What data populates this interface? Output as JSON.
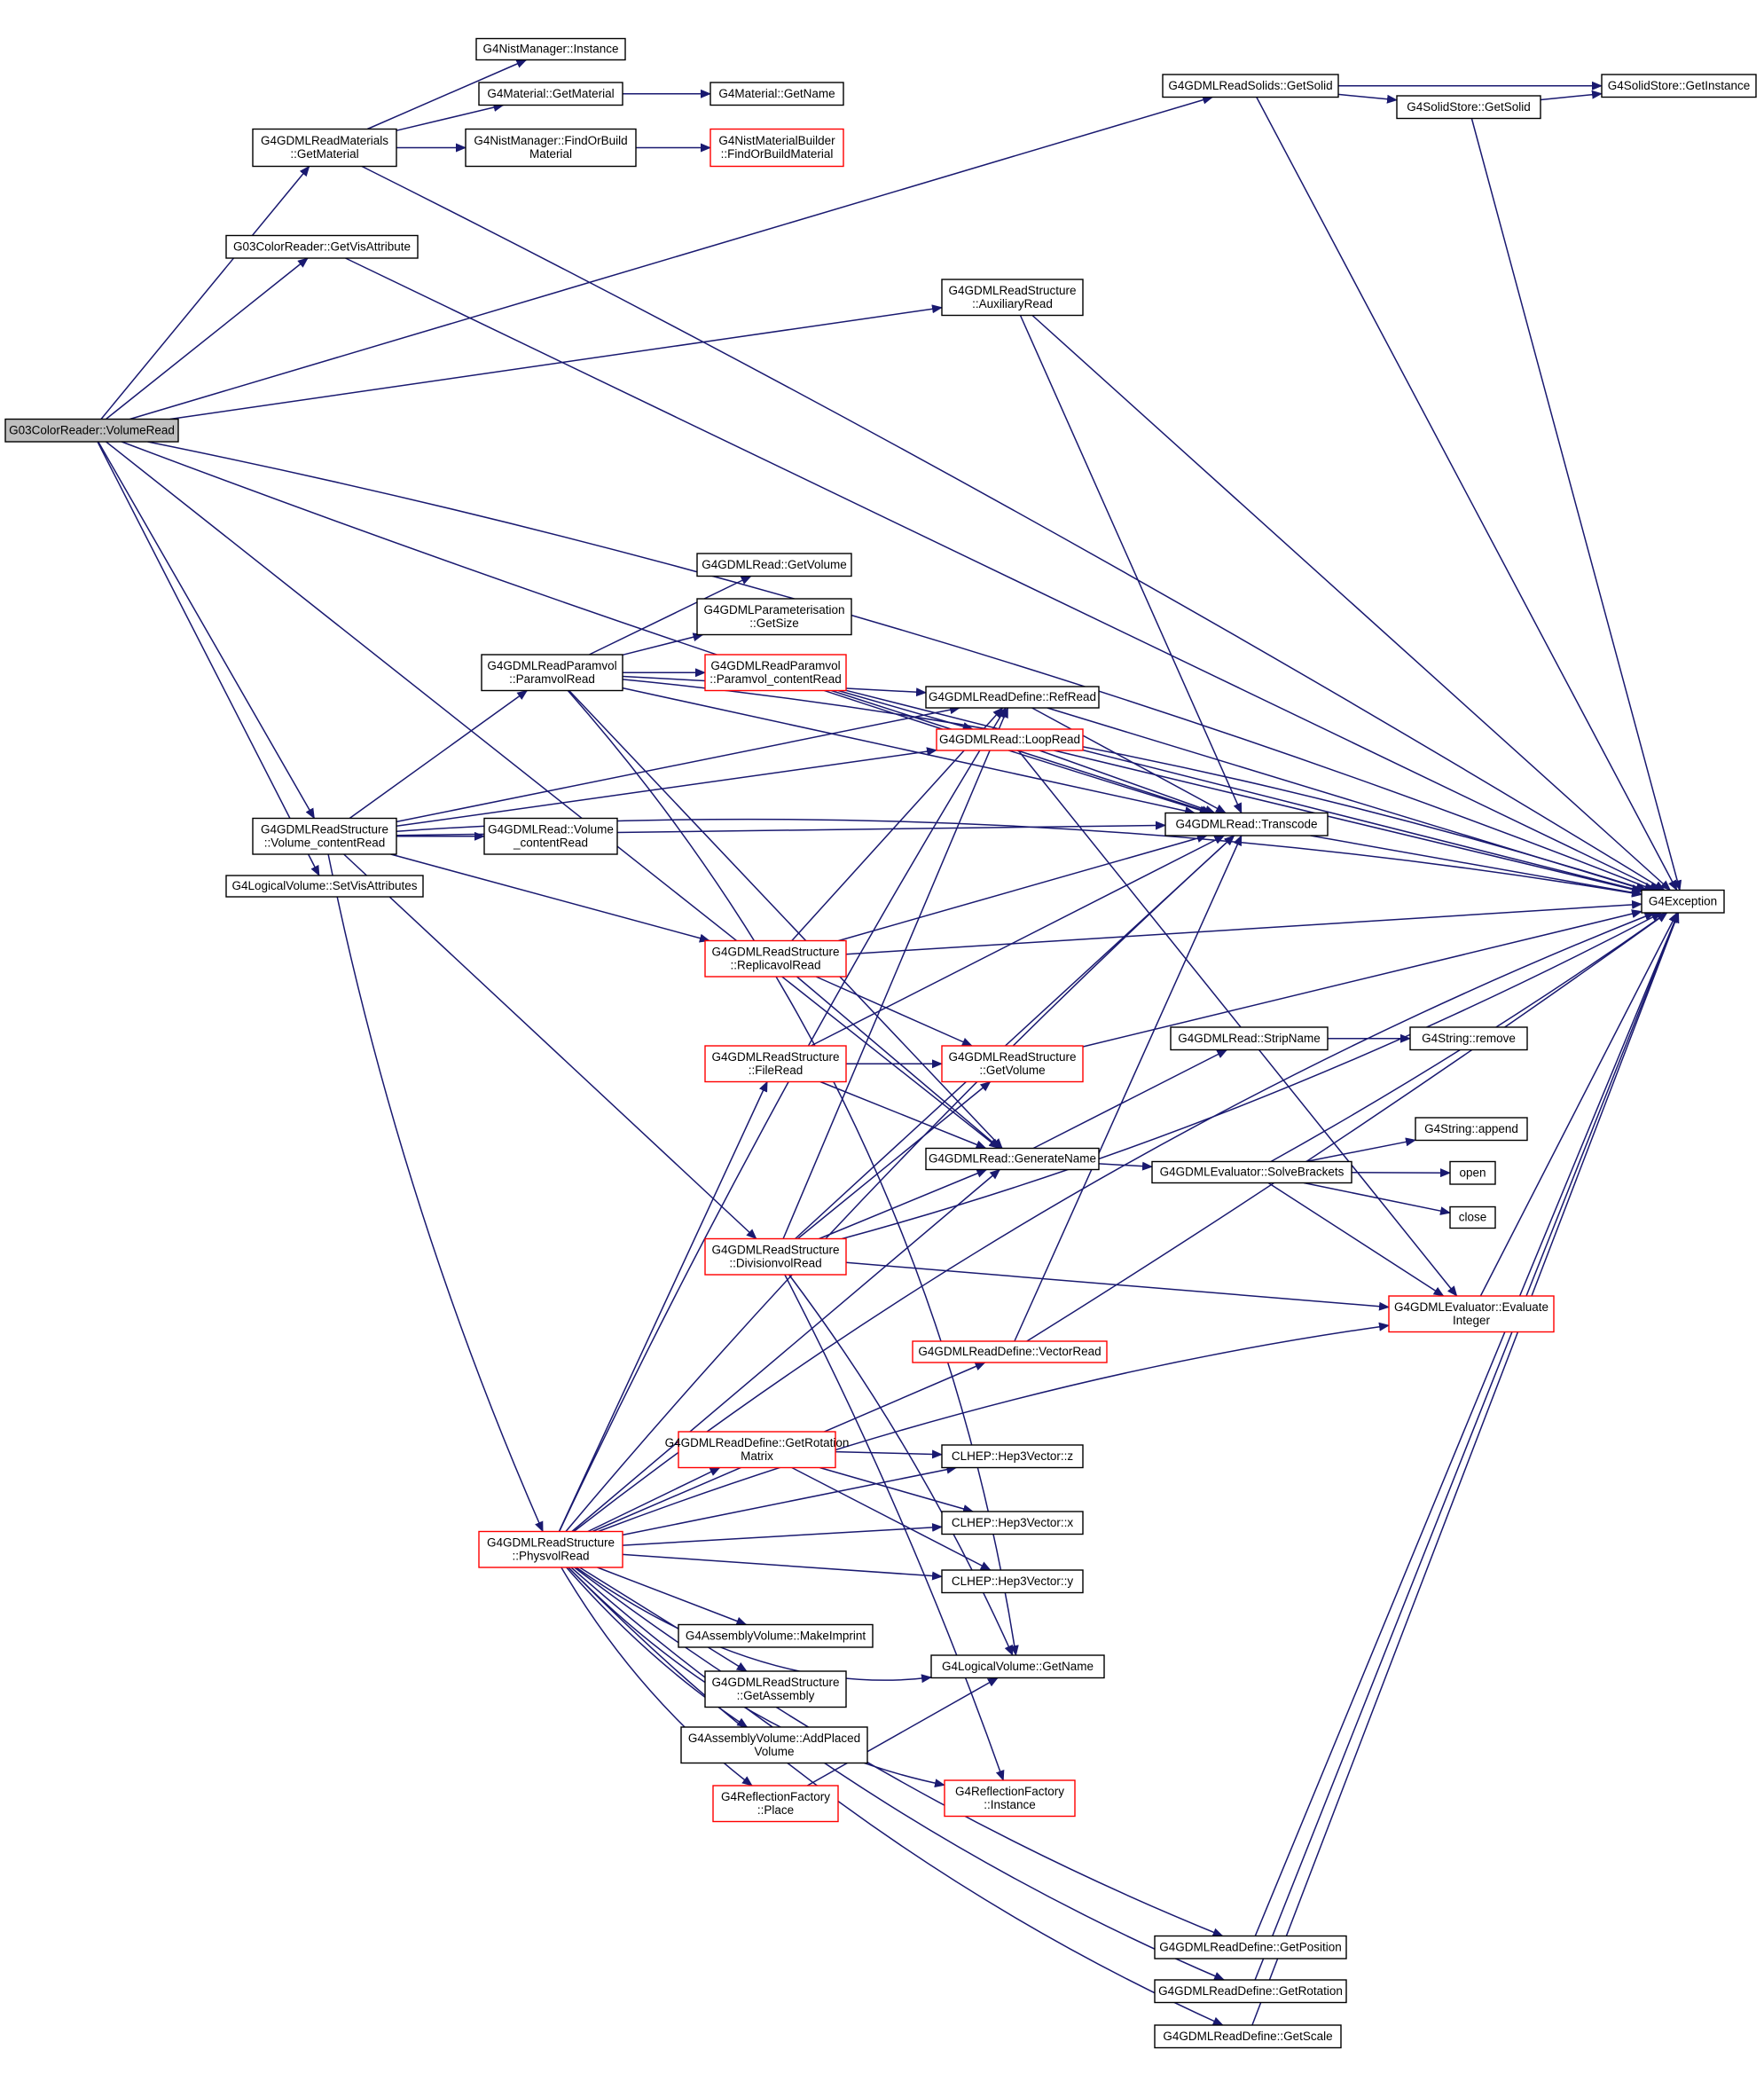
{
  "colors": {
    "edge": "#191970",
    "node_fill": "#ffffff",
    "node_border": "#000000",
    "node_border_partial": "#ff0000",
    "root_fill": "#bfbfbf"
  },
  "nodes": [
    {
      "id": "root",
      "lines": [
        "G03ColorReader::VolumeRead"
      ],
      "style": "root"
    },
    {
      "id": "rm_getmat",
      "lines": [
        "G4GDMLReadMaterials",
        "::GetMaterial"
      ],
      "style": "normal"
    },
    {
      "id": "nist_inst",
      "lines": [
        "G4NistManager::Instance"
      ],
      "style": "normal"
    },
    {
      "id": "mat_getmat",
      "lines": [
        "G4Material::GetMaterial"
      ],
      "style": "normal"
    },
    {
      "id": "mat_getname",
      "lines": [
        "G4Material::GetName"
      ],
      "style": "normal"
    },
    {
      "id": "nist_fob",
      "lines": [
        "G4NistManager::FindOrBuild",
        "Material"
      ],
      "style": "normal"
    },
    {
      "id": "nistbuilder",
      "lines": [
        "G4NistMaterialBuilder",
        "::FindOrBuildMaterial"
      ],
      "style": "partial"
    },
    {
      "id": "cr_getvis",
      "lines": [
        "G03ColorReader::GetVisAttribute"
      ],
      "style": "normal"
    },
    {
      "id": "solids_get",
      "lines": [
        "G4GDMLReadSolids::GetSolid"
      ],
      "style": "normal"
    },
    {
      "id": "solidstore_get",
      "lines": [
        "G4SolidStore::GetSolid"
      ],
      "style": "normal"
    },
    {
      "id": "solidstore_inst",
      "lines": [
        "G4SolidStore::GetInstance"
      ],
      "style": "normal"
    },
    {
      "id": "aux",
      "lines": [
        "G4GDMLReadStructure",
        "::AuxiliaryRead"
      ],
      "style": "normal"
    },
    {
      "id": "getvolume",
      "lines": [
        "G4GDMLRead::GetVolume"
      ],
      "style": "normal"
    },
    {
      "id": "param_getsize",
      "lines": [
        "G4GDMLParameterisation",
        "::GetSize"
      ],
      "style": "normal"
    },
    {
      "id": "paramvol",
      "lines": [
        "G4GDMLReadParamvol",
        "::ParamvolRead"
      ],
      "style": "normal"
    },
    {
      "id": "paramvol_content",
      "lines": [
        "G4GDMLReadParamvol",
        "::Paramvol_contentRead"
      ],
      "style": "partial"
    },
    {
      "id": "refread",
      "lines": [
        "G4GDMLReadDefine::RefRead"
      ],
      "style": "normal"
    },
    {
      "id": "loopread",
      "lines": [
        "G4GDMLRead::LoopRead"
      ],
      "style": "partial"
    },
    {
      "id": "transcode",
      "lines": [
        "G4GDMLRead::Transcode"
      ],
      "style": "normal"
    },
    {
      "id": "exception",
      "lines": [
        "G4Exception"
      ],
      "style": "normal"
    },
    {
      "id": "vol_content",
      "lines": [
        "G4GDMLReadStructure",
        "::Volume_contentRead"
      ],
      "style": "normal"
    },
    {
      "id": "read_volcontent",
      "lines": [
        "G4GDMLRead::Volume",
        "_contentRead"
      ],
      "style": "normal"
    },
    {
      "id": "setvis",
      "lines": [
        "G4LogicalVolume::SetVisAttributes"
      ],
      "style": "normal"
    },
    {
      "id": "replicavol",
      "lines": [
        "G4GDMLReadStructure",
        "::ReplicavolRead"
      ],
      "style": "partial"
    },
    {
      "id": "fileread",
      "lines": [
        "G4GDMLReadStructure",
        "::FileRead"
      ],
      "style": "partial"
    },
    {
      "id": "rs_getvolume",
      "lines": [
        "G4GDMLReadStructure",
        "::GetVolume"
      ],
      "style": "partial"
    },
    {
      "id": "stripname",
      "lines": [
        "G4GDMLRead::StripName"
      ],
      "style": "normal"
    },
    {
      "id": "str_remove",
      "lines": [
        "G4String::remove"
      ],
      "style": "normal"
    },
    {
      "id": "str_append",
      "lines": [
        "G4String::append"
      ],
      "style": "normal"
    },
    {
      "id": "genname",
      "lines": [
        "G4GDMLRead::GenerateName"
      ],
      "style": "normal"
    },
    {
      "id": "solvebrackets",
      "lines": [
        "G4GDMLEvaluator::SolveBrackets"
      ],
      "style": "normal"
    },
    {
      "id": "open",
      "lines": [
        "open"
      ],
      "style": "normal"
    },
    {
      "id": "close",
      "lines": [
        "close"
      ],
      "style": "normal"
    },
    {
      "id": "divisionvol",
      "lines": [
        "G4GDMLReadStructure",
        "::DivisionvolRead"
      ],
      "style": "partial"
    },
    {
      "id": "evalint",
      "lines": [
        "G4GDMLEvaluator::Evaluate",
        "Integer"
      ],
      "style": "partial"
    },
    {
      "id": "vectorread",
      "lines": [
        "G4GDMLReadDefine::VectorRead"
      ],
      "style": "partial"
    },
    {
      "id": "getrotmatrix",
      "lines": [
        "G4GDMLReadDefine::GetRotation",
        "Matrix"
      ],
      "style": "partial"
    },
    {
      "id": "hep_z",
      "lines": [
        "CLHEP::Hep3Vector::z"
      ],
      "style": "normal"
    },
    {
      "id": "hep_x",
      "lines": [
        "CLHEP::Hep3Vector::x"
      ],
      "style": "normal"
    },
    {
      "id": "physvol",
      "lines": [
        "G4GDMLReadStructure",
        "::PhysvolRead"
      ],
      "style": "partial"
    },
    {
      "id": "hep_y",
      "lines": [
        "CLHEP::Hep3Vector::y"
      ],
      "style": "normal"
    },
    {
      "id": "makeimprint",
      "lines": [
        "G4AssemblyVolume::MakeImprint"
      ],
      "style": "normal"
    },
    {
      "id": "lv_getname",
      "lines": [
        "G4LogicalVolume::GetName"
      ],
      "style": "normal"
    },
    {
      "id": "getassembly",
      "lines": [
        "G4GDMLReadStructure",
        "::GetAssembly"
      ],
      "style": "normal"
    },
    {
      "id": "addplaced",
      "lines": [
        "G4AssemblyVolume::AddPlaced",
        "Volume"
      ],
      "style": "normal"
    },
    {
      "id": "reflplace",
      "lines": [
        "G4ReflectionFactory",
        "::Place"
      ],
      "style": "partial"
    },
    {
      "id": "reflinst",
      "lines": [
        "G4ReflectionFactory",
        "::Instance"
      ],
      "style": "partial"
    },
    {
      "id": "getposition",
      "lines": [
        "G4GDMLReadDefine::GetPosition"
      ],
      "style": "normal"
    },
    {
      "id": "getrotation",
      "lines": [
        "G4GDMLReadDefine::GetRotation"
      ],
      "style": "normal"
    },
    {
      "id": "getscale",
      "lines": [
        "G4GDMLReadDefine::GetScale"
      ],
      "style": "normal"
    }
  ],
  "edges": [
    [
      "root",
      "rm_getmat"
    ],
    [
      "root",
      "cr_getvis"
    ],
    [
      "root",
      "solids_get"
    ],
    [
      "root",
      "aux"
    ],
    [
      "root",
      "exception"
    ],
    [
      "root",
      "transcode"
    ],
    [
      "root",
      "vol_content"
    ],
    [
      "root",
      "setvis"
    ],
    [
      "root",
      "genname"
    ],
    [
      "rm_getmat",
      "nist_inst"
    ],
    [
      "rm_getmat",
      "mat_getmat"
    ],
    [
      "rm_getmat",
      "nist_fob"
    ],
    [
      "rm_getmat",
      "exception"
    ],
    [
      "mat_getmat",
      "mat_getname"
    ],
    [
      "nist_fob",
      "nistbuilder"
    ],
    [
      "cr_getvis",
      "exception"
    ],
    [
      "solids_get",
      "solidstore_get"
    ],
    [
      "solids_get",
      "solidstore_inst"
    ],
    [
      "solids_get",
      "exception"
    ],
    [
      "solidstore_get",
      "solidstore_inst"
    ],
    [
      "solidstore_get",
      "exception"
    ],
    [
      "aux",
      "transcode"
    ],
    [
      "aux",
      "exception"
    ],
    [
      "vol_content",
      "paramvol"
    ],
    [
      "vol_content",
      "read_volcontent"
    ],
    [
      "vol_content",
      "loopread"
    ],
    [
      "vol_content",
      "transcode"
    ],
    [
      "vol_content",
      "refread"
    ],
    [
      "vol_content",
      "replicavol"
    ],
    [
      "vol_content",
      "divisionvol"
    ],
    [
      "vol_content",
      "physvol"
    ],
    [
      "vol_content",
      "exception"
    ],
    [
      "paramvol",
      "getvolume"
    ],
    [
      "paramvol",
      "param_getsize"
    ],
    [
      "paramvol",
      "paramvol_content"
    ],
    [
      "paramvol",
      "refread"
    ],
    [
      "paramvol",
      "transcode"
    ],
    [
      "paramvol",
      "exception"
    ],
    [
      "paramvol",
      "genname"
    ],
    [
      "paramvol",
      "lv_getname"
    ],
    [
      "paramvol_content",
      "loopread"
    ],
    [
      "paramvol_content",
      "transcode"
    ],
    [
      "paramvol_content",
      "exception"
    ],
    [
      "refread",
      "transcode"
    ],
    [
      "refread",
      "exception"
    ],
    [
      "loopread",
      "transcode"
    ],
    [
      "loopread",
      "exception"
    ],
    [
      "loopread",
      "evalint"
    ],
    [
      "transcode",
      "exception"
    ],
    [
      "replicavol",
      "refread"
    ],
    [
      "replicavol",
      "transcode"
    ],
    [
      "replicavol",
      "rs_getvolume"
    ],
    [
      "replicavol",
      "genname"
    ],
    [
      "replicavol",
      "exception"
    ],
    [
      "fileread",
      "rs_getvolume"
    ],
    [
      "fileread",
      "genname"
    ],
    [
      "fileread",
      "transcode"
    ],
    [
      "rs_getvolume",
      "exception"
    ],
    [
      "stripname",
      "str_remove"
    ],
    [
      "genname",
      "stripname"
    ],
    [
      "genname",
      "solvebrackets"
    ],
    [
      "solvebrackets",
      "str_append"
    ],
    [
      "solvebrackets",
      "open"
    ],
    [
      "solvebrackets",
      "close"
    ],
    [
      "solvebrackets",
      "evalint"
    ],
    [
      "solvebrackets",
      "exception"
    ],
    [
      "evalint",
      "exception"
    ],
    [
      "divisionvol",
      "refread"
    ],
    [
      "divisionvol",
      "transcode"
    ],
    [
      "divisionvol",
      "rs_getvolume"
    ],
    [
      "divisionvol",
      "genname"
    ],
    [
      "divisionvol",
      "evalint"
    ],
    [
      "divisionvol",
      "exception"
    ],
    [
      "divisionvol",
      "lv_getname"
    ],
    [
      "divisionvol",
      "reflinst"
    ],
    [
      "vectorread",
      "transcode"
    ],
    [
      "vectorread",
      "exception"
    ],
    [
      "getrotmatrix",
      "hep_z"
    ],
    [
      "getrotmatrix",
      "hep_x"
    ],
    [
      "getrotmatrix",
      "hep_y"
    ],
    [
      "physvol",
      "fileread"
    ],
    [
      "physvol",
      "genname"
    ],
    [
      "physvol",
      "vectorread"
    ],
    [
      "physvol",
      "getrotmatrix"
    ],
    [
      "physvol",
      "hep_x"
    ],
    [
      "physvol",
      "hep_y"
    ],
    [
      "physvol",
      "hep_z"
    ],
    [
      "physvol",
      "makeimprint"
    ],
    [
      "physvol",
      "getassembly"
    ],
    [
      "physvol",
      "addplaced"
    ],
    [
      "physvol",
      "reflplace"
    ],
    [
      "physvol",
      "lv_getname"
    ],
    [
      "physvol",
      "reflinst"
    ],
    [
      "physvol",
      "getposition"
    ],
    [
      "physvol",
      "getrotation"
    ],
    [
      "physvol",
      "getscale"
    ],
    [
      "physvol",
      "refread"
    ],
    [
      "physvol",
      "transcode"
    ],
    [
      "physvol",
      "evalint"
    ],
    [
      "physvol",
      "exception"
    ],
    [
      "reflplace",
      "lv_getname"
    ],
    [
      "getposition",
      "exception"
    ],
    [
      "getrotation",
      "exception"
    ],
    [
      "getscale",
      "exception"
    ]
  ]
}
